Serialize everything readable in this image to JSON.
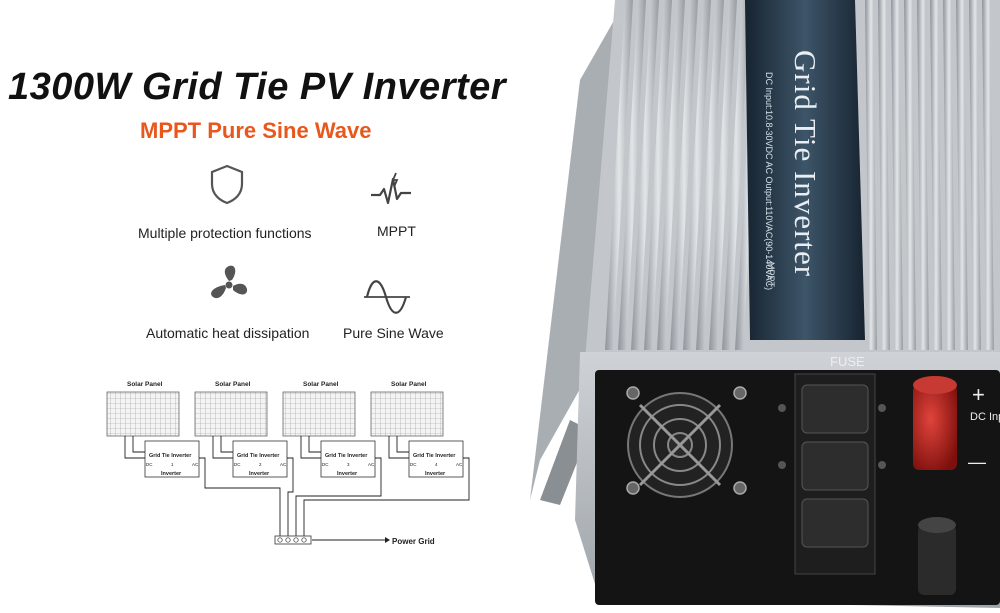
{
  "headline": {
    "title": "1300W Grid Tie PV Inverter",
    "subtitle": "MPPT Pure Sine Wave"
  },
  "features": [
    {
      "icon": "shield-icon",
      "label": "Multiple protection functions"
    },
    {
      "icon": "mppt-waveform-icon",
      "label": "MPPT"
    },
    {
      "icon": "fan-icon",
      "label": "Automatic heat dissipation"
    },
    {
      "icon": "sine-wave-icon",
      "label": "Pure Sine Wave"
    }
  ],
  "diagram": {
    "panel_label": "Solar Panel",
    "inverter_label": "Grid Tie Inverter",
    "inverter_caption": "Inverter",
    "dc_label": "DC",
    "ac_label": "AC",
    "grid_label": "Power Grid",
    "units": [
      1,
      2,
      3,
      4
    ]
  },
  "product": {
    "face_text": "Grid Tie Inverter",
    "spec_line1": "DC Input:10.8-30VDC  AC Output:110VAC(90-140VAC)",
    "spec_line2": "MPPT",
    "fuse_label": "FUSE",
    "dc_input_label": "DC\nInput",
    "plus": "+",
    "minus": "—",
    "colors": {
      "housing": "#b9bec3",
      "faceplate": "#1f3140",
      "red_terminal": "#b21a16"
    }
  }
}
